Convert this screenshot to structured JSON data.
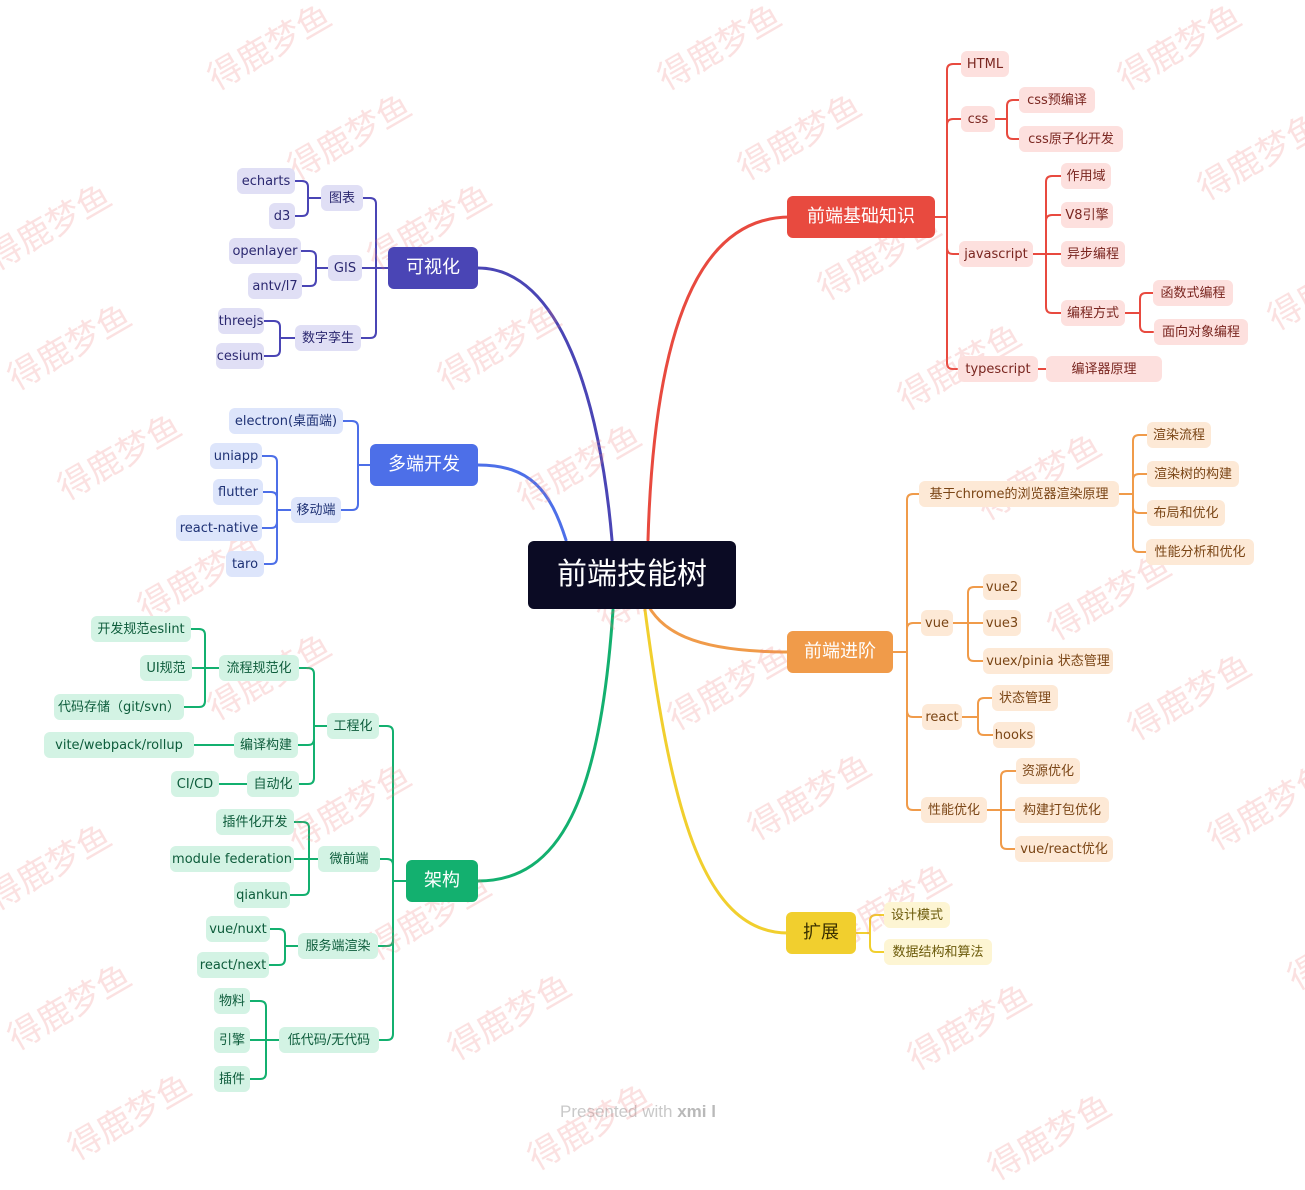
{
  "root": "前端技能树",
  "colors": {
    "red": "#e84a3f",
    "redLight": "#fde0de",
    "redText": "#7a2620",
    "purple": "#4a45b5",
    "purpleLight": "#e0dff5",
    "purpleText": "#2b2870",
    "blue": "#4d6fe8",
    "blueLight": "#dde5fb",
    "blueText": "#1f3275",
    "green": "#13b06f",
    "greenLight": "#d3f3e4",
    "greenText": "#0d5c3b",
    "orange": "#f09b4a",
    "orangeLight": "#fde9d6",
    "orangeText": "#7a4515",
    "yellow": "#f1cf2e",
    "yellowLight": "#fdf5d3",
    "yellowText": "#6b5a0a"
  },
  "branches": {
    "basics": {
      "label": "前端基础知识",
      "items": {
        "html": "HTML",
        "css": "css",
        "css_pre": "css预编译",
        "css_atomic": "css原子化开发",
        "js": "javascript",
        "js_scope": "作用域",
        "js_v8": "V8引擎",
        "js_async": "异步编程",
        "js_paradigm": "编程方式",
        "js_functional": "函数式编程",
        "js_oop": "面向对象编程",
        "ts": "typescript",
        "ts_compiler": "编译器原理"
      }
    },
    "advanced": {
      "label": "前端进阶",
      "items": {
        "browser": "基于chrome的浏览器渲染原理",
        "render_flow": "渲染流程",
        "render_tree": "渲染树的构建",
        "layout": "布局和优化",
        "perf_analysis": "性能分析和优化",
        "vue": "vue",
        "vue2": "vue2",
        "vue3": "vue3",
        "vuex": "vuex/pinia 状态管理",
        "react": "react",
        "react_state": "状态管理",
        "hooks": "hooks",
        "perf": "性能优化",
        "res_opt": "资源优化",
        "build_opt": "构建打包优化",
        "fw_opt": "vue/react优化"
      }
    },
    "extend": {
      "label": "扩展",
      "items": {
        "patterns": "设计模式",
        "dsa": "数据结构和算法"
      }
    },
    "viz": {
      "label": "可视化",
      "items": {
        "chart": "图表",
        "echarts": "echarts",
        "d3": "d3",
        "gis": "GIS",
        "openlayer": "openlayer",
        "antv": "antv/l7",
        "twin": "数字孪生",
        "threejs": "threejs",
        "cesium": "cesium"
      }
    },
    "multi": {
      "label": "多端开发",
      "items": {
        "electron": "electron(桌面端)",
        "mobile": "移动端",
        "uniapp": "uniapp",
        "flutter": "flutter",
        "rn": "react-native",
        "taro": "taro"
      }
    },
    "arch": {
      "label": "架构",
      "items": {
        "eng": "工程化",
        "process": "流程规范化",
        "eslint": "开发规范eslint",
        "ui_spec": "UI规范",
        "vcs": "代码存储（git/svn）",
        "build": "编译构建",
        "bundlers": "vite/webpack/rollup",
        "auto": "自动化",
        "cicd": "CI/CD",
        "micro": "微前端",
        "plugin_dev": "插件化开发",
        "mf": "module federation",
        "qiankun": "qiankun",
        "ssr": "服务端渲染",
        "nuxt": "vue/nuxt",
        "next": "react/next",
        "lowcode": "低代码/无代码",
        "material": "物料",
        "engine": "引擎",
        "plugin": "插件"
      }
    }
  },
  "watermark": "得鹿梦鱼",
  "footer": {
    "prefix": "Presented with ",
    "brand": "xmi  l"
  }
}
